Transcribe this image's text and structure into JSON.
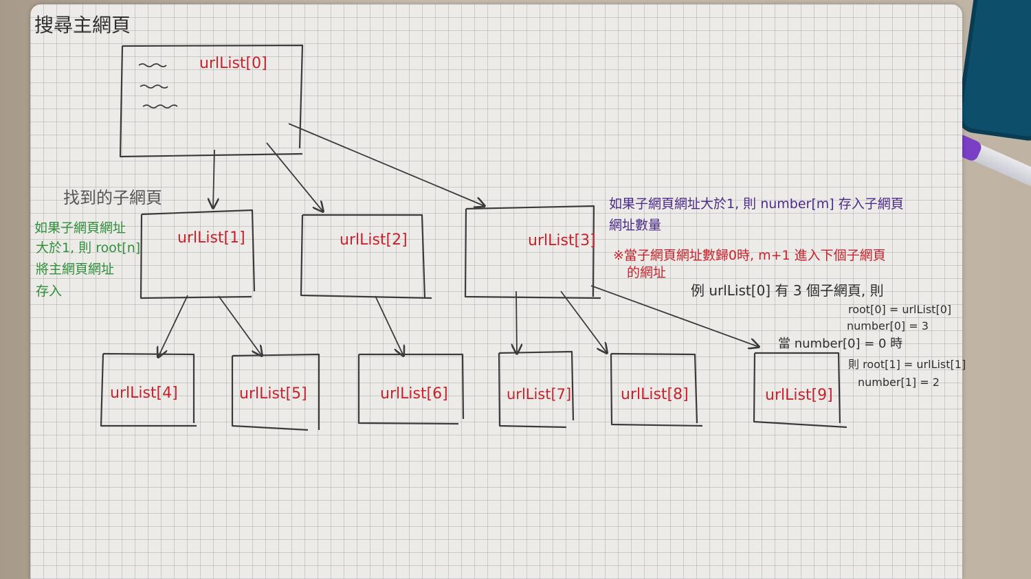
{
  "title": "搜尋主網頁",
  "found_label": "找到的子網頁",
  "nodes": {
    "n0": "urlList[0]",
    "n1": "urlList[1]",
    "n2": "urlList[2]",
    "n3": "urlList[3]",
    "n4": "urlList[4]",
    "n5": "urlList[5]",
    "n6": "urlList[6]",
    "n7": "urlList[7]",
    "n8": "urlList[8]",
    "n9": "urlList[9]"
  },
  "green_note": [
    "如果子網頁網址",
    "大於1, 則 root[n]",
    "將主網頁網址",
    "存入"
  ],
  "purple_note": [
    "如果子網頁網址大於1, 則 number[m] 存入子網頁",
    "網址數量"
  ],
  "red_note": [
    "※當子網頁網址數歸0時, m+1 進入下個子網頁",
    "的網址"
  ],
  "example": {
    "heading": "例 urlList[0] 有 3 個子網頁, 則",
    "line1": "root[0] = urlList[0]",
    "line2": "number[0] = 3",
    "line3": "當 number[0] = 0 時",
    "line4": "則 root[1] = urlList[1]",
    "line5": "number[1] = 2"
  },
  "colors": {
    "red": "#c8212b",
    "green": "#2f8f3a",
    "purple": "#4b2a8a",
    "ink": "#3a3a3a"
  }
}
